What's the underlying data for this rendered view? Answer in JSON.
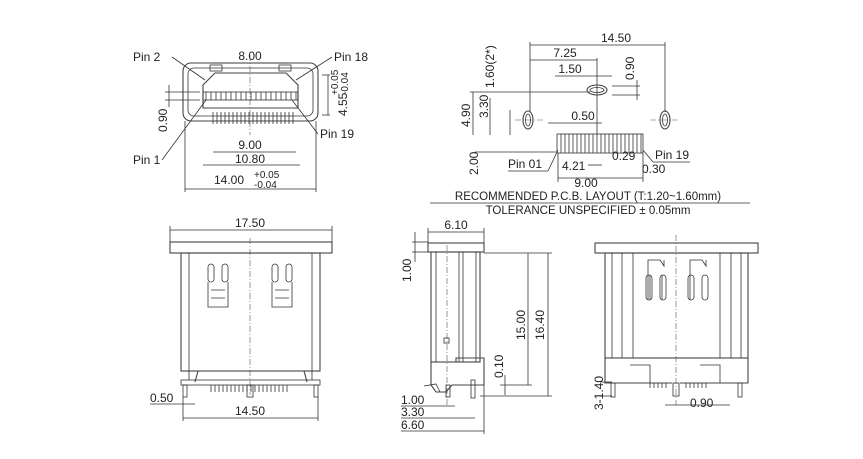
{
  "front_view": {
    "pin2": "Pin 2",
    "pin18": "Pin 18",
    "pin19": "Pin 19",
    "pin1": "Pin 1",
    "dim_width_top": "8.00",
    "dim_height": "4.55",
    "dim_height_tol_plus": "+0.05",
    "dim_height_tol_minus": "-0.04",
    "dim_pitch_rows": "0.90",
    "dim_pins": "9.00",
    "dim_inner": "10.80",
    "dim_outer": "14.00",
    "dim_outer_tol_plus": "+0.05",
    "dim_outer_tol_minus": "-0.04"
  },
  "pcb_layout": {
    "dim_span": "14.50",
    "dim_half": "7.25",
    "dim_slot": "1.50",
    "dim_slot_h": "0.90",
    "dim_hole": "1.60(2*)",
    "dim_490": "4.90",
    "dim_330": "3.30",
    "dim_pitch": "0.50",
    "dim_200": "2.00",
    "pin01": "Pin 01",
    "dim_421": "4.21",
    "dim_029": "0.29",
    "pin19": "Pin 19",
    "dim_030": "0.30",
    "dim_900": "9.00",
    "title": "RECOMMENDED  P.C.B. LAYOUT (T:1.20~1.60mm)",
    "tolerance": "TOLERANCE UNSPECIFIED  ± 0.05mm"
  },
  "top_view": {
    "dim_width": "17.50",
    "dim_pin": "0.50",
    "dim_span": "14.50"
  },
  "side_view": {
    "dim_depth": "6.10",
    "dim_flange": "1.00",
    "dim_15": "15.00",
    "dim_164": "16.40",
    "dim_010": "0.10",
    "dim_100": "1.00",
    "dim_330": "3.30",
    "dim_660": "6.60"
  },
  "rear_view": {
    "dim_peg": "3-1.40",
    "dim_offset": "0.90"
  }
}
